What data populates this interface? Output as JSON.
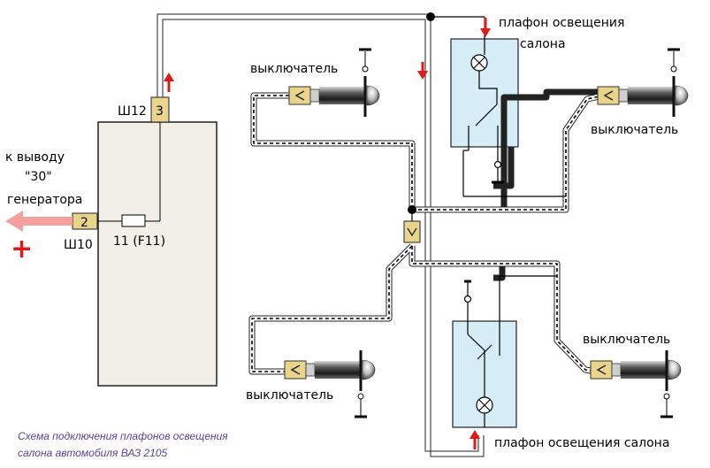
{
  "labels": {
    "lamp_top": [
      "плафон освещения",
      "салона"
    ],
    "lamp_bottom": "плафон освещения салона",
    "switch_tl": "выключатель",
    "switch_tr": "выключатель",
    "switch_bl": "выключатель",
    "switch_br": "выключатель",
    "to_terminal": [
      "к выводу",
      "\"30\"",
      "генератора"
    ],
    "plus": "+",
    "sh12": "Ш12",
    "sh10": "Ш10",
    "pin3": "3",
    "pin2": "2",
    "fuse": "11 (F11)"
  },
  "caption": [
    "Схема подключения плафонов освещения",
    "салона автомобиля ВАЗ 2105"
  ],
  "colors": {
    "box_fill": "#f2efe6",
    "lamp_fill": "#d6ecf6",
    "pin_fill": "#e8d48a",
    "arrow_red": "#e01818",
    "arrow_pink": "#f4a0a0",
    "caption": "#5a3fa0"
  }
}
